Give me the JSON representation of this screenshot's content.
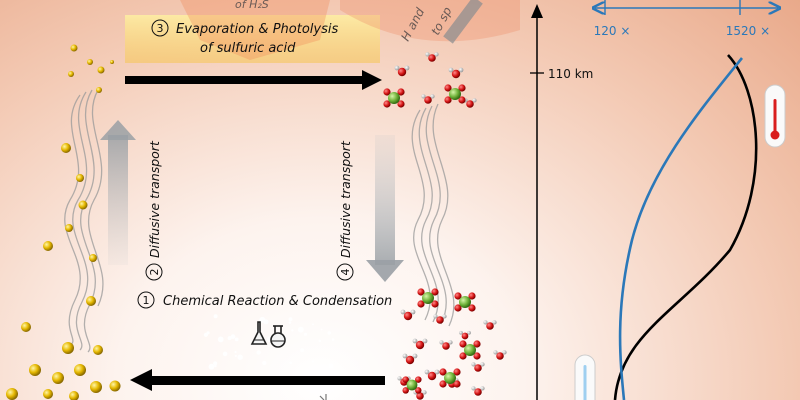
{
  "steps": {
    "step3": {
      "number": "3",
      "line1": "Evaporation & Photolysis",
      "line2": "of sulfuric acid"
    },
    "step2": {
      "number": "2",
      "label": "Diffusive transport"
    },
    "step4": {
      "number": "4",
      "label": "Diffusive transport"
    },
    "step1": {
      "number": "1",
      "label": "Chemical Reaction & Condensation"
    }
  },
  "top_fragments": {
    "left": "of H₂S",
    "middle": "H and",
    "right": "to sp"
  },
  "altitude_label": "110 km",
  "scale": {
    "left_label": "120 ×",
    "right_label": "1520 ×"
  },
  "colors": {
    "accent_blue": "#2b78b9",
    "arrow_black": "#000000",
    "sulfur_yellow": "#e6b800",
    "oxygen_red": "#d41414",
    "sulfur_green": "#6fb23a",
    "thermometer_red": "#d91e1e"
  },
  "icons": {
    "flask": "chemistry-flask-icon",
    "thermo_hot": "thermometer-hot-icon",
    "thermo_cold": "thermometer-cold-icon"
  }
}
